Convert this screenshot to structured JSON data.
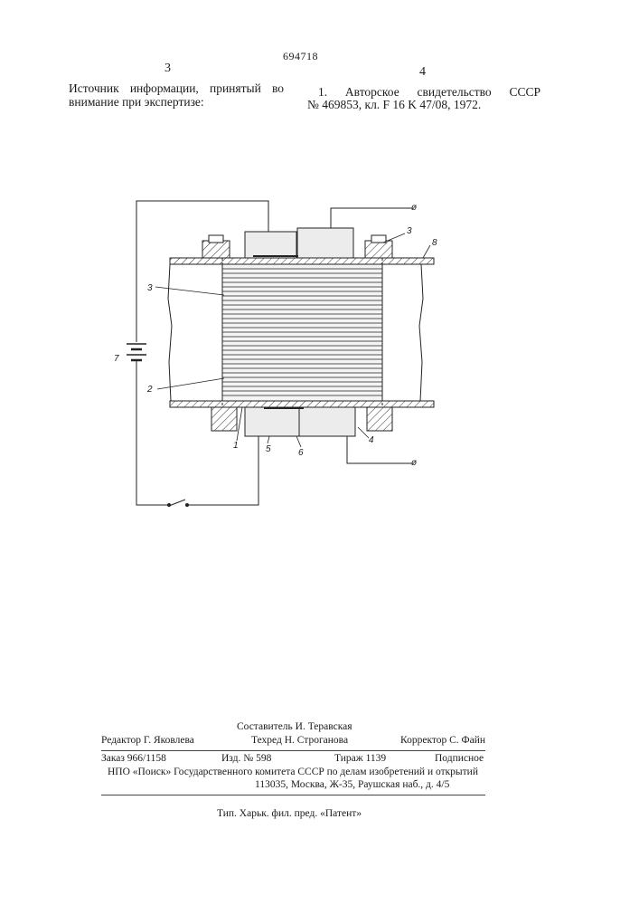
{
  "header": {
    "patent_number": "694718",
    "left_column_number": "3",
    "right_column_number": "4"
  },
  "left_column": {
    "line1_words": [
      "Источник",
      "информации,",
      "принятый",
      "во"
    ],
    "line2": "внимание при экспертизе:"
  },
  "right_column": {
    "line1_words": [
      "1.",
      "Авторское",
      "свидетельство",
      "СССР"
    ],
    "line2": "№ 469853, кл. F 16 K 47/08, 1972."
  },
  "figure": {
    "labels": {
      "l1": "1",
      "l2": "2",
      "l3_left": "3",
      "l3_right": "3",
      "l4": "4",
      "l5": "5",
      "l6": "6",
      "l7": "7",
      "l8": "8",
      "term_top": "ø",
      "term_bottom": "ø"
    }
  },
  "imprint": {
    "compiler": "Составитель И. Теравская",
    "editor": "Редактор Г. Яковлева",
    "techred": "Техред Н. Строганова",
    "corrector": "Корректор С. Файн",
    "order": "Заказ 966/1158",
    "issue": "Изд. № 598",
    "circulation": "Тираж 1139",
    "subscription": "Подписное",
    "org": "НПО «Поиск» Государственного комитета СССР по делам изобретений и открытий",
    "address": "113035, Москва, Ж-35, Раушская наб., д. 4/5",
    "printer": "Тип. Харьк. фил. пред. «Патент»"
  }
}
